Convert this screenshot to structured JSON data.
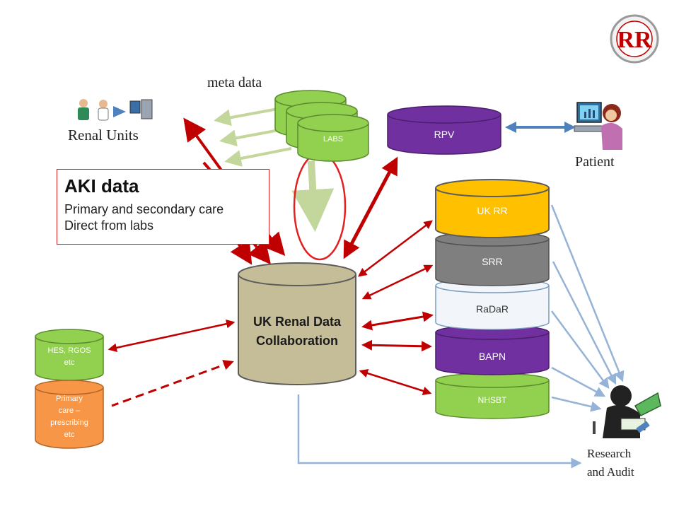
{
  "labels": {
    "meta_data": "meta data",
    "renal_units": "Renal Units",
    "patient": "Patient",
    "research": "Research",
    "audit": "and Audit"
  },
  "aki": {
    "title": "AKI data",
    "line1": "Primary and secondary care",
    "line2": "Direct from labs"
  },
  "central": {
    "line1": "UK Renal Data",
    "line2": "Collaboration"
  },
  "databases": {
    "labs": "LABS",
    "rpv": "RPV",
    "ukrr": "UK RR",
    "srr": "SRR",
    "radar": "RaDaR",
    "bapn": "BAPN",
    "nhsbt": "NHSBT",
    "hes_line1": "HES, RGOS",
    "hes_line2": "etc",
    "primary_line1": "Primary",
    "primary_line2": "care –",
    "primary_line3": "prescribing",
    "primary_line4": "etc"
  },
  "colors": {
    "green": "#92d050",
    "purple": "#7030a0",
    "gold": "#ffc000",
    "grey": "#7f7f7f",
    "orange": "#f79646",
    "tan": "#c4bd97",
    "dark_red": "#c00000",
    "light_green": "#c3d69b",
    "steel_blue": "#4f81bd",
    "light_blue": "#95b3d7"
  }
}
